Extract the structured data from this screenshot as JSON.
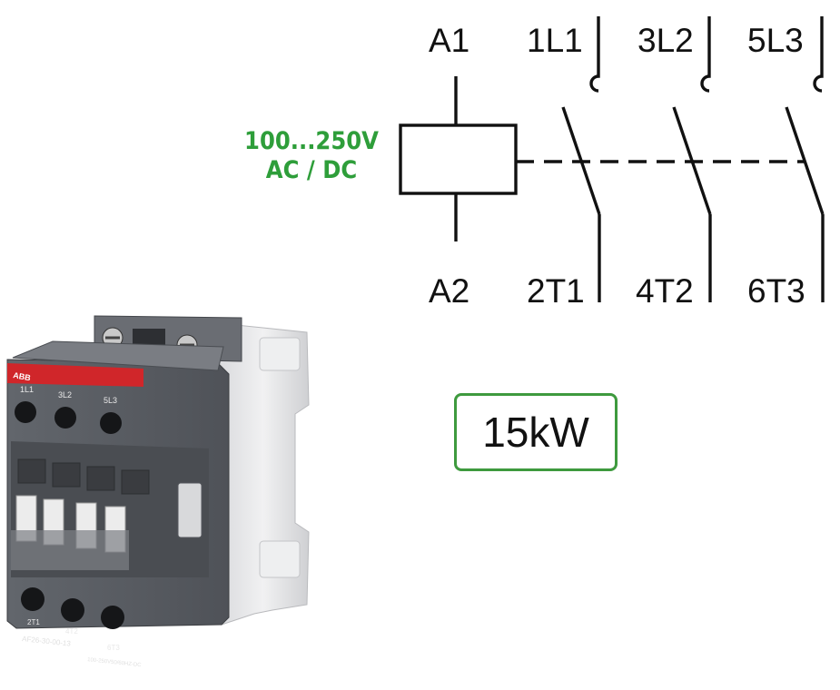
{
  "colors": {
    "accent_green": "#2e9e3a",
    "box_border": "#3e9a3e",
    "line": "#111111",
    "abb_red": "#d0262a",
    "housing_dark": "#56595f",
    "housing_light": "#e6e7e9"
  },
  "diagram": {
    "coil_top": "A1",
    "coil_bottom": "A2",
    "voltage_line1": "100...250V",
    "voltage_line2": "AC / DC",
    "poles": [
      {
        "line": "1L1",
        "load": "2T1"
      },
      {
        "line": "3L2",
        "load": "4T2"
      },
      {
        "line": "5L3",
        "load": "6T3"
      }
    ]
  },
  "power_rating": "15kW",
  "product_photo": {
    "brand": "ABB",
    "terminal_labels_top": [
      "1L1",
      "3L2",
      "5L3"
    ],
    "terminal_labels_bottom": [
      "2T1",
      "4T2",
      "6T3"
    ],
    "model": "AF26-30-00-13",
    "rating_print": "100-250V50/60HZ-DC"
  }
}
